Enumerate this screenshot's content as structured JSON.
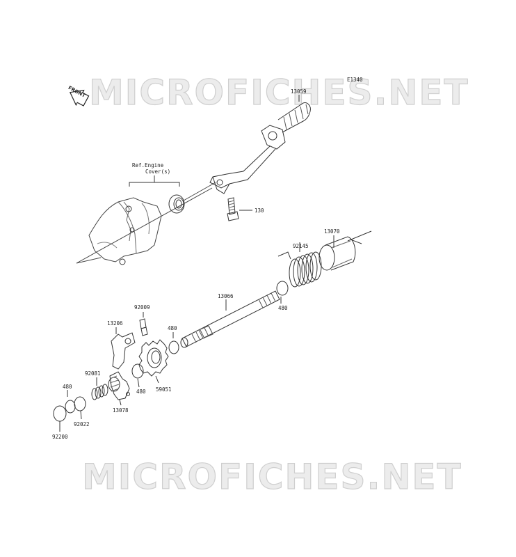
{
  "watermark": {
    "text": "MICROFICHES.NET"
  },
  "diagram_code": "E1340",
  "direction_label": "FRONT",
  "ref_note": {
    "line1": "Ref.Engine",
    "line2": "Cover(s)"
  },
  "parts": [
    {
      "id": "13059"
    },
    {
      "id": "130"
    },
    {
      "id": "13070"
    },
    {
      "id": "92145"
    },
    {
      "id": "13066"
    },
    {
      "id": "480"
    },
    {
      "id": "92009"
    },
    {
      "id": "13206"
    },
    {
      "id": "480"
    },
    {
      "id": "59051"
    },
    {
      "id": "480"
    },
    {
      "id": "92081"
    },
    {
      "id": "13078"
    },
    {
      "id": "480"
    },
    {
      "id": "92022"
    },
    {
      "id": "92200"
    }
  ]
}
